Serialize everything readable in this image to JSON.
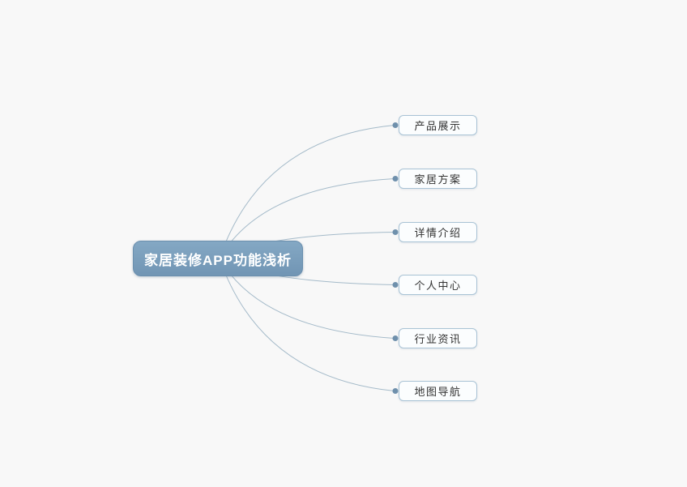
{
  "diagram": {
    "type": "mindmap",
    "root": {
      "label": "家居装修APP功能浅析"
    },
    "children": [
      {
        "label": "产品展示"
      },
      {
        "label": "家居方案"
      },
      {
        "label": "详情介绍"
      },
      {
        "label": "个人中心"
      },
      {
        "label": "行业资讯"
      },
      {
        "label": "地图导航"
      }
    ],
    "colors": {
      "background": "#f8f8f8",
      "root_fill_top": "#84a8c4",
      "root_fill_bottom": "#7195b4",
      "root_border": "#6a8fae",
      "root_text": "#ffffff",
      "child_background": "#fbfdfe",
      "child_border": "#a9c3d5",
      "child_text": "#333333",
      "connector_line": "#a4bac9",
      "connector_dot": "#6f90ac"
    }
  }
}
